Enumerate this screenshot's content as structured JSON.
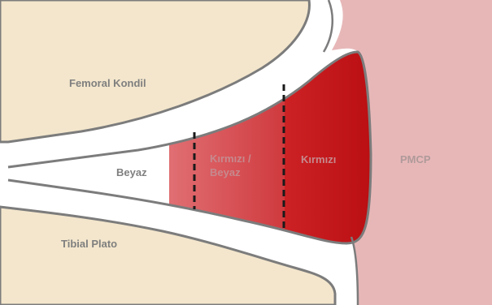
{
  "labels": {
    "femoral_condyle": "Femoral Kondil",
    "tibial_plateau": "Tibial Plato",
    "white_zone": "Beyaz",
    "red_white_zone_line1": "Kırmızı /",
    "red_white_zone_line2": "Beyaz",
    "red_zone": "Kırmızı",
    "pmcp": "PMCP"
  },
  "colors": {
    "bone": "#f3e6cc",
    "capsule": "#e7b7b8",
    "outline": "#7c7c7c",
    "white_zone": "#ffffff",
    "red_white_zone": "#dc5a5f",
    "red_zone": "#c01316",
    "label_text": "#7f7f7f",
    "zone_label_text": "#c6898d",
    "pmcp_text": "#b09a9a",
    "boundary_lines": "#1a1a1a"
  }
}
